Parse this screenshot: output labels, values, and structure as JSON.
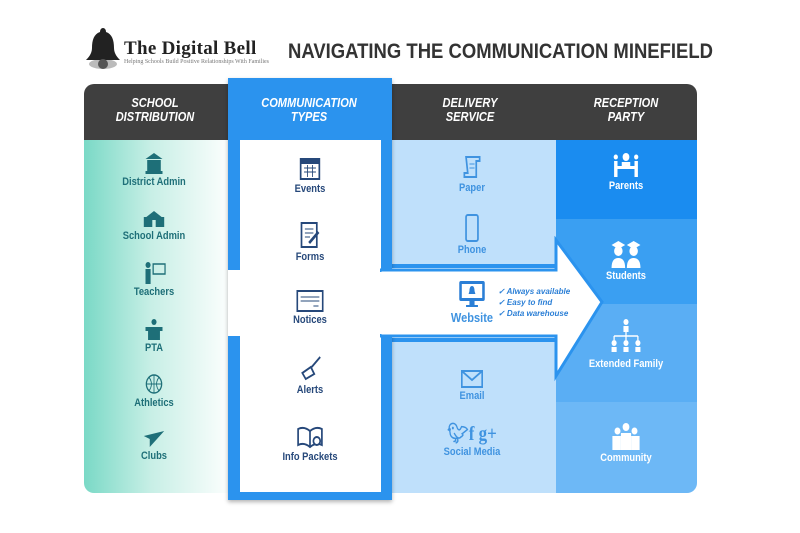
{
  "logo": {
    "title": "The Digital Bell",
    "subtitle": "Helping Schools Build Positive Relationships With Families"
  },
  "title": "NAVIGATING THE COMMUNICATION MINEFIELD",
  "columns": [
    {
      "header_line1": "SCHOOL",
      "header_line2": "DISTRIBUTION",
      "items": [
        "District Admin",
        "School Admin",
        "Teachers",
        "PTA",
        "Athletics",
        "Clubs"
      ]
    },
    {
      "header_line1": "COMMUNICATION",
      "header_line2": "TYPES",
      "items": [
        "Events",
        "Forms",
        "Notices",
        "Alerts",
        "Info Packets"
      ]
    },
    {
      "header_line1": "DELIVERY",
      "header_line2": "SERVICE",
      "items": [
        "Paper",
        "Phone",
        "Website",
        "Email",
        "Social Media"
      ]
    },
    {
      "header_line1": "RECEPTION",
      "header_line2": "PARTY",
      "items": [
        "Parents",
        "Students",
        "Extended Family",
        "Community"
      ]
    }
  ],
  "website_benefits": [
    "✓ Always available",
    "✓ Easy to find",
    "✓ Data warehouse"
  ],
  "colors": {
    "header": "#3f3f3f",
    "accent": "#2b93ee",
    "delivery": "#bfe0fb",
    "teal": "#1e6f78",
    "navy": "#26487a",
    "reception": [
      "#1a8cf0",
      "#3a9ff2",
      "#5aaef4",
      "#6db8f6"
    ]
  }
}
